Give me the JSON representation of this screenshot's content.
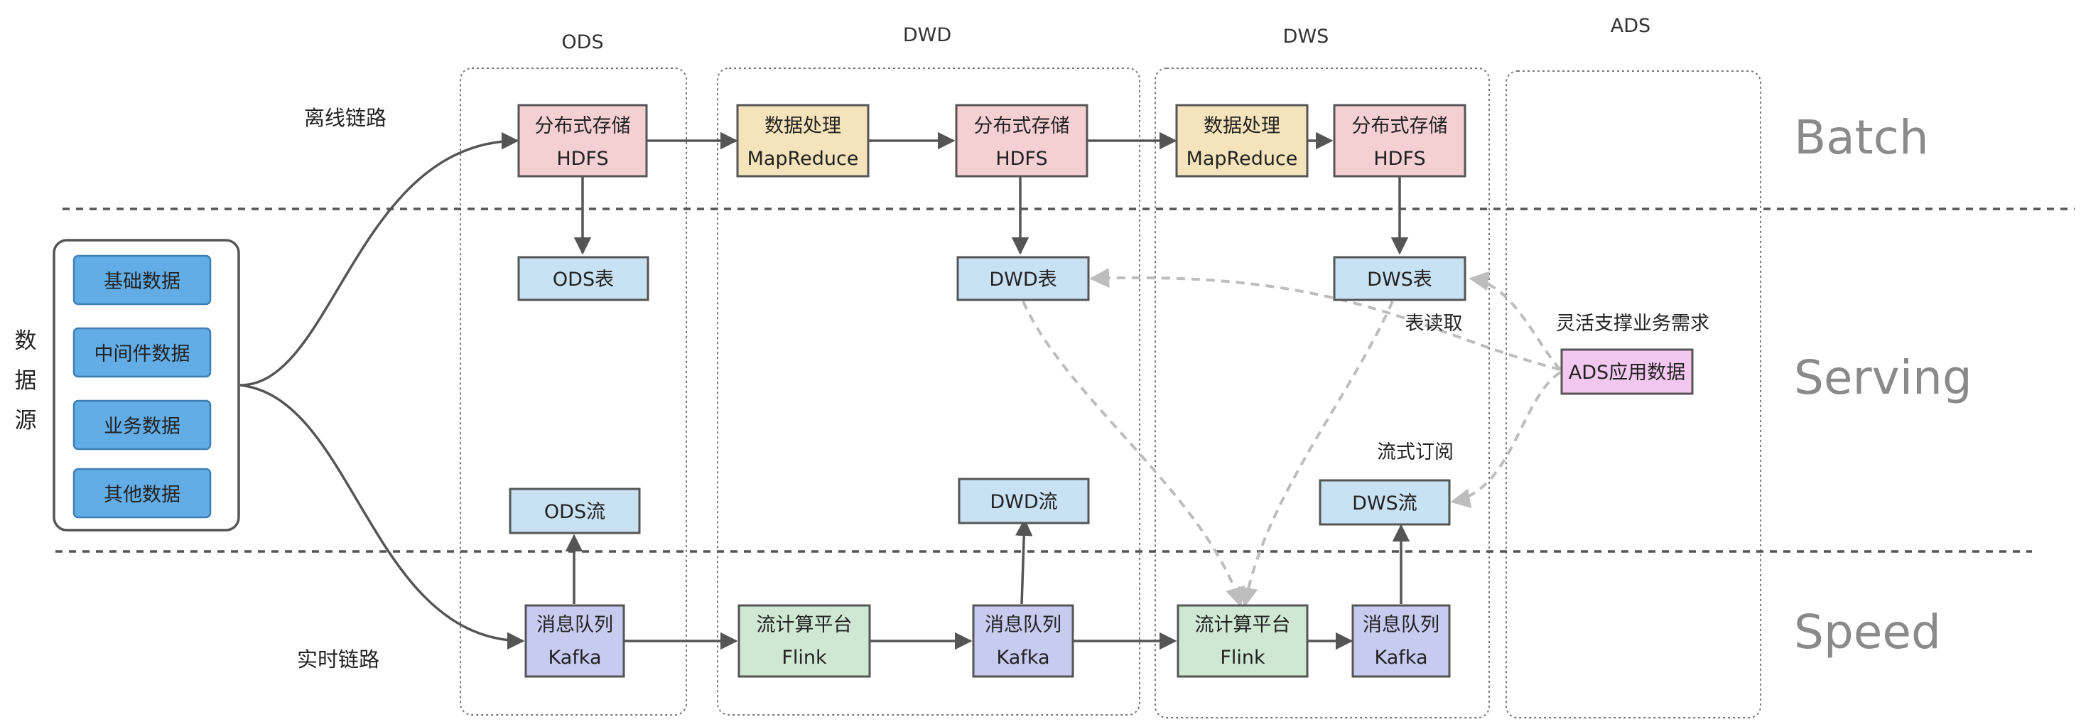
{
  "layers": {
    "ods": "ODS",
    "dwd": "DWD",
    "dws": "DWS",
    "ads": "ADS"
  },
  "lanes": {
    "batch": "Batch",
    "serving": "Serving",
    "speed": "Speed"
  },
  "paths": {
    "offline": "离线链路",
    "realtime": "实时链路"
  },
  "source": {
    "title_chars": [
      "数",
      "据",
      "源"
    ],
    "items": [
      "基础数据",
      "中间件数据",
      "业务数据",
      "其他数据"
    ]
  },
  "nodes": {
    "ods_hdfs": [
      "分布式存储",
      "HDFS"
    ],
    "dwd_proc": [
      "数据处理",
      "MapReduce"
    ],
    "dwd_hdfs": [
      "分布式存储",
      "HDFS"
    ],
    "dws_proc": [
      "数据处理",
      "MapReduce"
    ],
    "dws_hdfs": [
      "分布式存储",
      "HDFS"
    ],
    "ods_table": [
      "ODS表"
    ],
    "dwd_table": [
      "DWD表"
    ],
    "dws_table": [
      "DWS表"
    ],
    "ads_app": [
      "ADS应用数据"
    ],
    "ods_stream": [
      "ODS流"
    ],
    "dwd_stream": [
      "DWD流"
    ],
    "dws_stream": [
      "DWS流"
    ],
    "ods_kafka": [
      "消息队列",
      "Kafka"
    ],
    "dwd_flink": [
      "流计算平台",
      "Flink"
    ],
    "dwd_kafka": [
      "消息队列",
      "Kafka"
    ],
    "dws_flink": [
      "流计算平台",
      "Flink"
    ],
    "dws_kafka": [
      "消息队列",
      "Kafka"
    ]
  },
  "annotations": {
    "table_read": "表读取",
    "flexible": "灵活支撑业务需求",
    "stream_sub": "流式订阅"
  },
  "colors": {
    "hdfs": "#f5d0d3",
    "mapreduce": "#f5e4bb",
    "table": "#c8e1f3",
    "kafka": "#c8cbf0",
    "flink": "#cfe8d3",
    "ads": "#f3c8f0",
    "source_item": "#62ade6"
  }
}
